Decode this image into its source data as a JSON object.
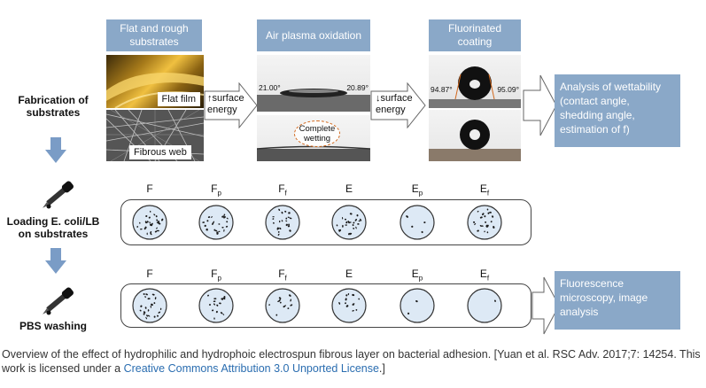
{
  "headers": {
    "substrates": "Flat and rough substrates",
    "plasma": "Air plasma oxidation",
    "coating": "Fluorinated coating"
  },
  "rows": {
    "fabrication": "Fabrication of substrates",
    "loading": "Loading E. coli/LB on substrates",
    "washing": "PBS washing"
  },
  "photos": {
    "flat_film": "Flat film",
    "fibrous_web": "Fibrous web",
    "complete_wetting": "Complete wetting",
    "angle_left_plasma": "21.00°",
    "angle_right_plasma": "20.89°",
    "angle_left_coating": "94.87°",
    "angle_right_coating": "95.09°"
  },
  "arrows": {
    "up": "↑surface energy",
    "down": "↓surface energy"
  },
  "boxes": {
    "wettability": "Analysis of wettability (contact angle, shedding angle, estimation of f)",
    "fluorescence": "Fluorescence microscopy, image analysis"
  },
  "samples": [
    {
      "base": "F",
      "sub": ""
    },
    {
      "base": "F",
      "sub": "p"
    },
    {
      "base": "F",
      "sub": "f"
    },
    {
      "base": "E",
      "sub": ""
    },
    {
      "base": "E",
      "sub": "p"
    },
    {
      "base": "E",
      "sub": "f"
    }
  ],
  "caption": {
    "text": "Overview of the effect of hydrophilic and hydrophoic electrospun fibrous layer on bacterial adhesion. [Yuan et al. RSC Adv. 2017;7: 14254. This work is licensed under a ",
    "link": "Creative Commons Attribution 3.0 Unported License",
    "end": ".]"
  },
  "colors": {
    "box_blue": "#8aa8c8",
    "arrow_blue": "#7a9cc6",
    "dish_fill": "#dde9f5"
  }
}
